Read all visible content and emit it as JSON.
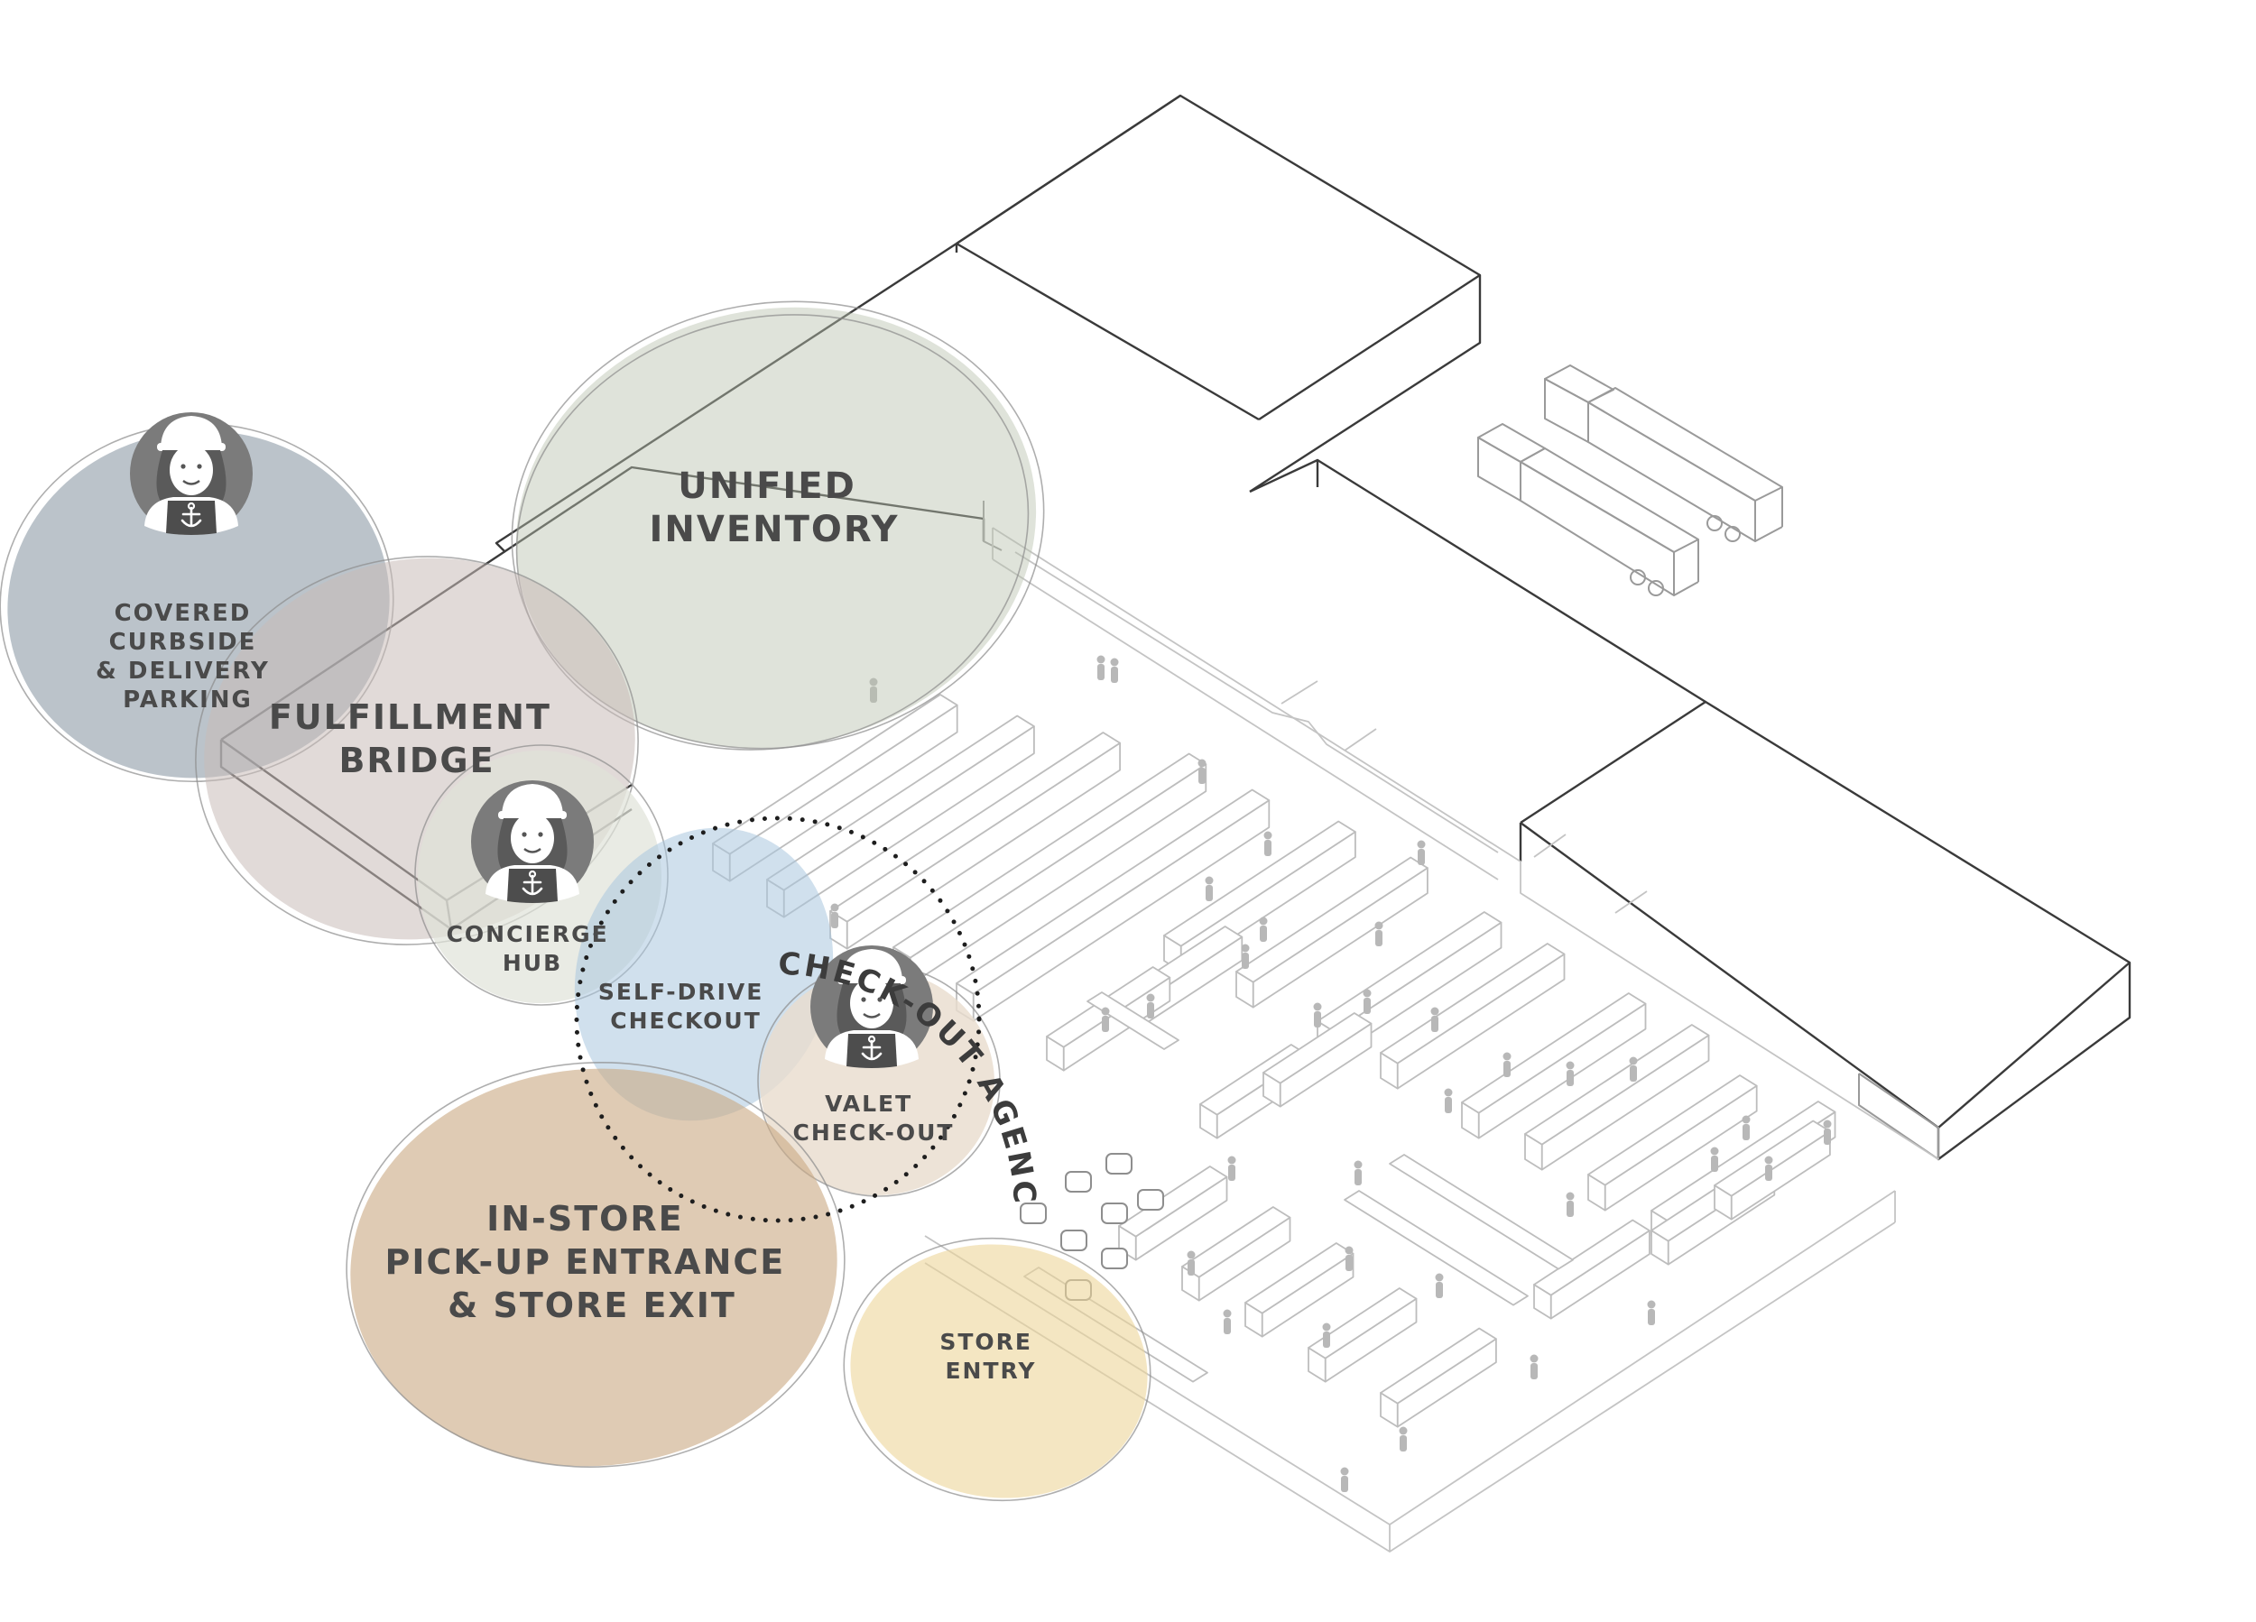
{
  "zones": {
    "unified_inventory": [
      "UNIFIED",
      "INVENTORY"
    ],
    "covered_curbside": [
      "COVERED",
      "CURBSIDE",
      "& DELIVERY",
      "PARKING"
    ],
    "fulfillment_bridge": [
      "FULFILLMENT",
      "BRIDGE"
    ],
    "concierge_hub": [
      "CONCIERGE",
      "HUB"
    ],
    "self_drive_checkout": [
      "SELF-DRIVE",
      "CHECKOUT"
    ],
    "valet_checkout": [
      "VALET",
      "CHECK-OUT"
    ],
    "in_store_pickup": [
      "IN-STORE",
      "PICK-UP ENTRANCE",
      "& STORE EXIT"
    ],
    "store_entry": [
      "STORE",
      "ENTRY"
    ]
  },
  "checkout_agency_label": "CHECK-OUT AGENCY",
  "icons": {
    "staff": "staff-avatar-icon",
    "apron_badge": "anchor-icon"
  },
  "colors": {
    "curbside": "#8e9ba6",
    "fulfillment": "#c9bcb8",
    "inventory": "#b7c1ad",
    "concierge": "#dfe3d8",
    "self_drive": "#a9c6de",
    "valet": "#e9dccd",
    "pickup": "#c9a982",
    "entry": "#ecd69a",
    "avatar": "#7b7b7b",
    "text": "#4a4a4a"
  }
}
